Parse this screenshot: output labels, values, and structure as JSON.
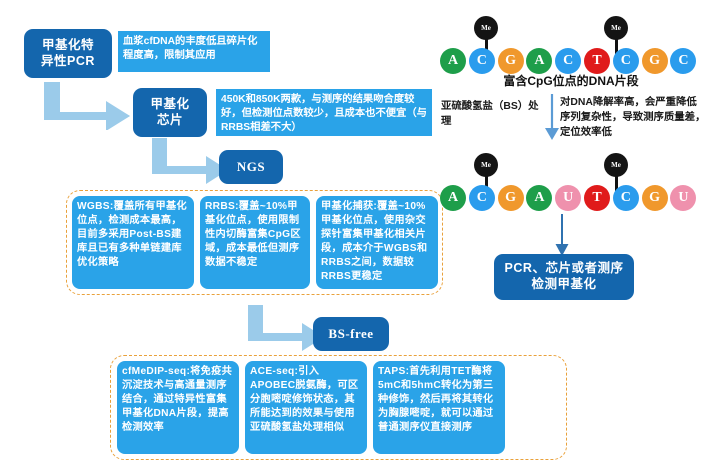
{
  "flow": {
    "nodes": [
      {
        "id": "pcr",
        "label": "甲基化特\n异性PCR"
      },
      {
        "id": "chip",
        "label": "甲基化\n芯片"
      },
      {
        "id": "ngs",
        "label": "NGS"
      },
      {
        "id": "bsfree",
        "label": "BS-free"
      }
    ],
    "notes": [
      {
        "id": "pcr-note",
        "text": "血浆cfDNA的丰度低且碎片化程度高，限制其应用"
      },
      {
        "id": "chip-note",
        "text": "450K和850K两款，与测序的结果吻合度较好，但检测位点数较少，且成本也不便宜（与RRBS相差不大）"
      }
    ],
    "ngs_methods": [
      {
        "id": "wgbs",
        "text": "WGBS:覆盖所有甲基化位点，检测成本最高，目前多采用Post-BS建库且已有多种单链建库优化策略"
      },
      {
        "id": "rrbs",
        "text": "RRBS:覆盖~10%甲基化位点，使用限制性内切酶富集CpG区域，成本最低但测序数据不稳定"
      },
      {
        "id": "capture",
        "text": "甲基化捕获:覆盖~10%甲基化位点，使用杂交探针富集甲基化相关片段，成本介于WGBS和RRBS之间，数据较RRBS更稳定"
      }
    ],
    "bsfree_methods": [
      {
        "id": "cfmedip",
        "text": "cfMeDIP-seq:将免疫共沉淀技术与高通量测序结合，通过特异性富集甲基化DNA片段，提高检测效率"
      },
      {
        "id": "aceseq",
        "text": "ACE-seq:引入APOBEC脱氨酶，可区分胞嘧啶修饰状态，其所能达到的效果与使用亚硫酸氢盐处理相似"
      },
      {
        "id": "taps",
        "text": "TAPS:首先利用TET酶将5mC和5hmC转化为第三种修饰，然后再将其转化为胸腺嘧啶，就可以通过普通测序仪直接测序"
      }
    ]
  },
  "dna_panel": {
    "top_caption": "富含CpG位点的DNA片段",
    "treatment_label": "亚硫酸氢盐（BS）处理",
    "treatment_note": "对DNA降解率高，会严重降低序列复杂性，导致测序质量差，定位效率低",
    "result_label": "PCR、芯片或者测序检测甲基化",
    "methyl_tag": "Me",
    "strand_before": {
      "bases": [
        "A",
        "C",
        "G",
        "A",
        "C",
        "T",
        "C",
        "G",
        "C"
      ],
      "colors": [
        "#1e9e4a",
        "#2a9ced",
        "#f0982c",
        "#1e9e4a",
        "#2a9ced",
        "#e01b1b",
        "#2a9ced",
        "#f0982c",
        "#2a9ced"
      ],
      "methylated_index": [
        1,
        6
      ]
    },
    "strand_after": {
      "bases": [
        "A",
        "C",
        "G",
        "A",
        "U",
        "T",
        "C",
        "G",
        "U"
      ],
      "colors": [
        "#1e9e4a",
        "#2a9ced",
        "#f0982c",
        "#1e9e4a",
        "#ef91ad",
        "#e01b1b",
        "#2a9ced",
        "#f0982c",
        "#ef91ad"
      ],
      "methylated_index": [
        1,
        6
      ]
    }
  },
  "colors": {
    "node_blue": "#1466ad",
    "info_blue": "#2aa3e8",
    "arrow_blue": "#9bcbea",
    "dash_orange": "#e9a13b"
  }
}
